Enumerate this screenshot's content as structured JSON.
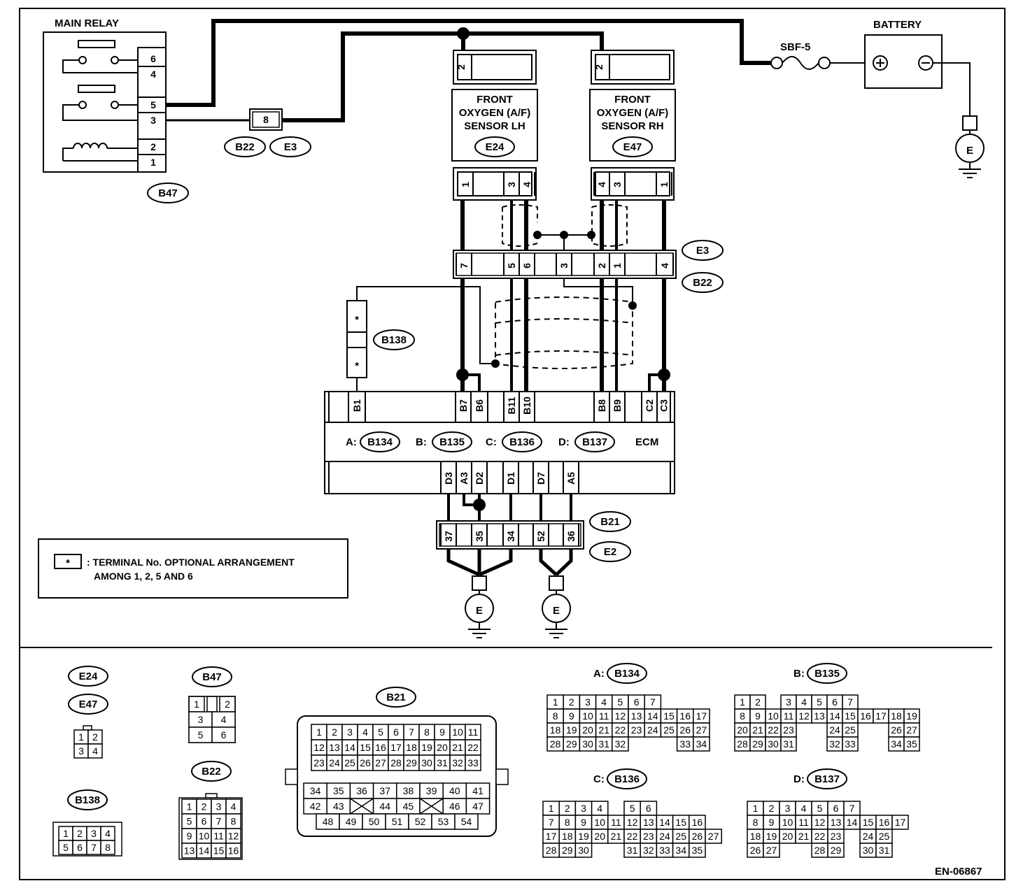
{
  "diagram_id": "EN-06867",
  "components": {
    "main_relay": {
      "title": "MAIN RELAY",
      "connector": "B47",
      "pins": [
        "6",
        "4",
        "5",
        "3",
        "2",
        "1"
      ]
    },
    "battery": {
      "title": "BATTERY",
      "plus": "⊕",
      "minus": "⊖"
    },
    "fuse": "SBF-5",
    "ground": "E",
    "joint_connector": {
      "pin": "8",
      "ids": [
        "B22",
        "E3"
      ]
    },
    "sensor_lh": {
      "lines": [
        "FRONT",
        "OXYGEN (A/F)",
        "SENSOR LH"
      ],
      "connector": "E24",
      "top_pin": "2",
      "bottom_pins": [
        "1",
        "3",
        "4"
      ]
    },
    "sensor_rh": {
      "lines": [
        "FRONT",
        "OXYGEN (A/F)",
        "SENSOR RH"
      ],
      "connector": "E47",
      "top_pin": "2",
      "bottom_pins": [
        "4",
        "3",
        "1"
      ]
    },
    "harness_joint": {
      "ids": [
        "E3",
        "B22"
      ],
      "pins": [
        "7",
        "5",
        "6",
        "3",
        "2",
        "1",
        "4"
      ]
    },
    "b138": {
      "id": "B138",
      "pin_marks": [
        "*",
        "*"
      ]
    },
    "ecm": {
      "title": "ECM",
      "top_pins": [
        "B1",
        "B7",
        "B6",
        "B11",
        "B10",
        "B8",
        "B9",
        "C2",
        "C3"
      ],
      "bottom_pins": [
        "D3",
        "A3",
        "D2",
        "D1",
        "D7",
        "A5"
      ],
      "connectors": [
        {
          "prefix": "A:",
          "id": "B134"
        },
        {
          "prefix": "B:",
          "id": "B135"
        },
        {
          "prefix": "C:",
          "id": "B136"
        },
        {
          "prefix": "D:",
          "id": "B137"
        }
      ]
    },
    "ground_joint": {
      "ids": [
        "B21",
        "E2"
      ],
      "pins": [
        "37",
        "35",
        "34",
        "52",
        "36"
      ]
    }
  },
  "legend": {
    "symbol": "*",
    "line1": ": TERMINAL No. OPTIONAL ARRANGEMENT",
    "line2": "AMONG 1, 2, 5 AND 6"
  },
  "connector_views": {
    "e24": "E24",
    "e47": "E47",
    "e24_pins": [
      [
        "1",
        "2"
      ],
      [
        "3",
        "4"
      ]
    ],
    "b47": "B47",
    "b47_pins": [
      [
        "1",
        "",
        "2"
      ],
      [
        "3",
        "4"
      ],
      [
        "5",
        "6"
      ]
    ],
    "b138": "B138",
    "b138_pins": [
      [
        "1",
        "2",
        "3",
        "4"
      ],
      [
        "5",
        "6",
        "7",
        "8"
      ]
    ],
    "b22": "B22",
    "b22_pins": [
      [
        "1",
        "2",
        "3",
        "4"
      ],
      [
        "5",
        "6",
        "7",
        "8"
      ],
      [
        "9",
        "10",
        "11",
        "12"
      ],
      [
        "13",
        "14",
        "15",
        "16"
      ]
    ],
    "b21": "B21",
    "b21_pins": {
      "upper": [
        [
          "1",
          "2",
          "3",
          "4",
          "5",
          "6",
          "7",
          "8",
          "9",
          "10",
          "11"
        ],
        [
          "12",
          "13",
          "14",
          "15",
          "16",
          "17",
          "18",
          "19",
          "20",
          "21",
          "22"
        ],
        [
          "23",
          "24",
          "25",
          "26",
          "27",
          "28",
          "29",
          "30",
          "31",
          "32",
          "33"
        ]
      ],
      "lower": [
        [
          "34",
          "35",
          "36",
          "37",
          "38",
          "39",
          "40",
          "41"
        ],
        [
          "42",
          "43",
          "",
          "44",
          "45",
          "",
          "46",
          "47"
        ],
        [
          "48",
          "49",
          "50",
          "51",
          "52",
          "53",
          "54"
        ]
      ]
    },
    "b134": {
      "prefix": "A:",
      "id": "B134",
      "rows": [
        [
          "1",
          "2",
          "3",
          "4",
          "5",
          "6",
          "7"
        ],
        [
          "8",
          "9",
          "10",
          "11",
          "12",
          "13",
          "14",
          "15",
          "16",
          "17"
        ],
        [
          "18",
          "19",
          "20",
          "21",
          "22",
          "23",
          "24",
          "25",
          "26",
          "27"
        ],
        [
          "28",
          "29",
          "30",
          "31",
          "32",
          "",
          "",
          "",
          "33",
          "34"
        ]
      ]
    },
    "b135": {
      "prefix": "B:",
      "id": "B135",
      "rows": [
        [
          "1",
          "2",
          "",
          "3",
          "4",
          "5",
          "6",
          "7"
        ],
        [
          "8",
          "9",
          "10",
          "11",
          "12",
          "13",
          "14",
          "15",
          "16",
          "17",
          "18",
          "19"
        ],
        [
          "20",
          "21",
          "22",
          "23",
          "",
          "",
          "24",
          "25",
          "",
          "",
          "26",
          "27"
        ],
        [
          "28",
          "29",
          "30",
          "31",
          "",
          "",
          "32",
          "33",
          "",
          "",
          "34",
          "35"
        ]
      ]
    },
    "b136": {
      "prefix": "C:",
      "id": "B136",
      "rows": [
        [
          "1",
          "2",
          "3",
          "4",
          "",
          "5",
          "6"
        ],
        [
          "7",
          "8",
          "9",
          "10",
          "11",
          "12",
          "13",
          "14",
          "15",
          "16"
        ],
        [
          "17",
          "18",
          "19",
          "20",
          "21",
          "22",
          "23",
          "24",
          "25",
          "26",
          "27"
        ],
        [
          "28",
          "29",
          "30",
          "",
          "",
          "31",
          "32",
          "33",
          "34",
          "35"
        ]
      ]
    },
    "b137": {
      "prefix": "D:",
      "id": "B137",
      "rows": [
        [
          "1",
          "2",
          "3",
          "4",
          "5",
          "6",
          "7"
        ],
        [
          "8",
          "9",
          "10",
          "11",
          "12",
          "13",
          "14",
          "15",
          "16",
          "17"
        ],
        [
          "18",
          "19",
          "20",
          "21",
          "22",
          "23",
          "",
          "24",
          "25"
        ],
        [
          "26",
          "27",
          "",
          "",
          "28",
          "29",
          "",
          "30",
          "31"
        ]
      ]
    }
  }
}
